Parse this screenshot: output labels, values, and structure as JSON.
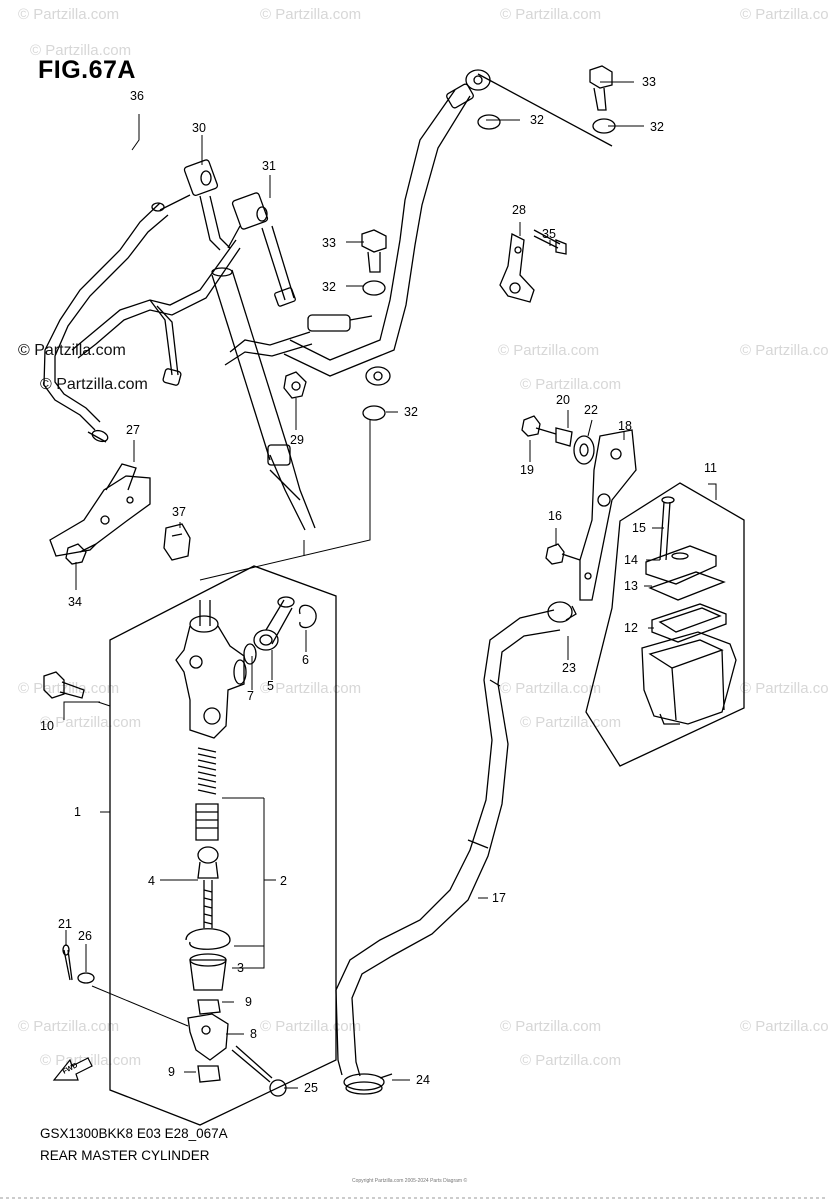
{
  "figure": {
    "title": "FIG.67A",
    "code": "GSX1300BKK8 E03 E28_067A",
    "subtitle": "REAR MASTER CYLINDER",
    "copyright": "Copyright Partzilla.com 2005-2024 Parts Diagram ©"
  },
  "watermark": {
    "text": "© Partzilla.com",
    "dark_text": "© Partzilla.com"
  },
  "fwd_arrow_label": "FWD",
  "callouts": [
    {
      "id": "c1",
      "label": "1"
    },
    {
      "id": "c2",
      "label": "2"
    },
    {
      "id": "c3",
      "label": "3"
    },
    {
      "id": "c4",
      "label": "4"
    },
    {
      "id": "c5",
      "label": "5"
    },
    {
      "id": "c6",
      "label": "6"
    },
    {
      "id": "c7",
      "label": "7"
    },
    {
      "id": "c8",
      "label": "8"
    },
    {
      "id": "c9a",
      "label": "9"
    },
    {
      "id": "c9b",
      "label": "9"
    },
    {
      "id": "c10",
      "label": "10"
    },
    {
      "id": "c11",
      "label": "11"
    },
    {
      "id": "c12",
      "label": "12"
    },
    {
      "id": "c13",
      "label": "13"
    },
    {
      "id": "c14",
      "label": "14"
    },
    {
      "id": "c15",
      "label": "15"
    },
    {
      "id": "c16",
      "label": "16"
    },
    {
      "id": "c17",
      "label": "17"
    },
    {
      "id": "c18",
      "label": "18"
    },
    {
      "id": "c19",
      "label": "19"
    },
    {
      "id": "c20",
      "label": "20"
    },
    {
      "id": "c21",
      "label": "21"
    },
    {
      "id": "c22",
      "label": "22"
    },
    {
      "id": "c23",
      "label": "23"
    },
    {
      "id": "c24",
      "label": "24"
    },
    {
      "id": "c25",
      "label": "25"
    },
    {
      "id": "c26",
      "label": "26"
    },
    {
      "id": "c27",
      "label": "27"
    },
    {
      "id": "c28",
      "label": "28"
    },
    {
      "id": "c29",
      "label": "29"
    },
    {
      "id": "c30",
      "label": "30"
    },
    {
      "id": "c31",
      "label": "31"
    },
    {
      "id": "c32a",
      "label": "32"
    },
    {
      "id": "c32b",
      "label": "32"
    },
    {
      "id": "c32c",
      "label": "32"
    },
    {
      "id": "c32d",
      "label": "32"
    },
    {
      "id": "c33a",
      "label": "33"
    },
    {
      "id": "c33b",
      "label": "33"
    },
    {
      "id": "c34",
      "label": "34"
    },
    {
      "id": "c35",
      "label": "35"
    },
    {
      "id": "c36",
      "label": "36"
    },
    {
      "id": "c37",
      "label": "37"
    }
  ]
}
